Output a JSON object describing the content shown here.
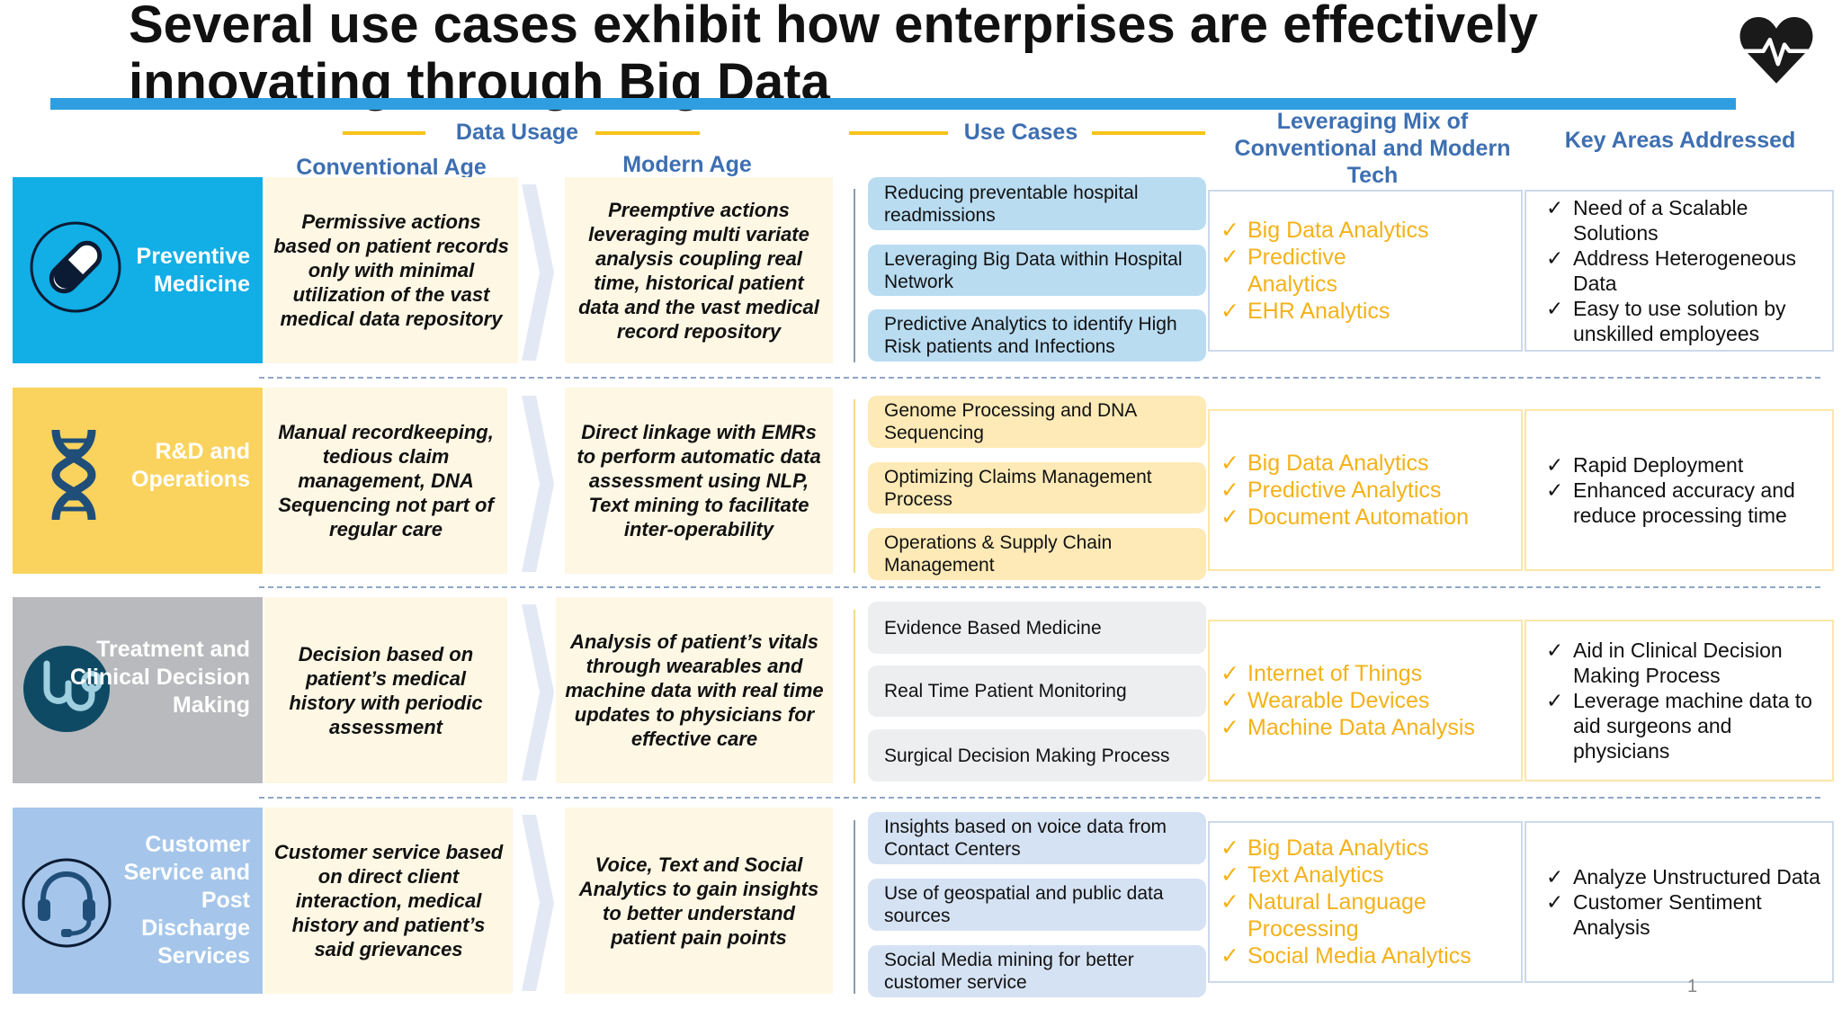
{
  "title": "Several use cases exhibit how enterprises are effectively innovating through Big Data",
  "headers": {
    "data_usage": "Data Usage",
    "conventional": "Conventional Age",
    "modern": "Modern Age",
    "use_cases": "Use Cases",
    "mix": "Leveraging Mix of Conventional and Modern Tech",
    "key_areas": "Key Areas Addressed"
  },
  "tick": "✓",
  "rows": [
    {
      "label": "Preventive Medicine",
      "icon": "pill-icon",
      "color": "#12aee6",
      "conventional": "Permissive actions based on patient records only with minimal utilization of the vast medical data repository",
      "modern": "Preemptive actions leveraging multi variate analysis coupling real time, historical patient data and the vast medical record repository",
      "use_cases": [
        "Reducing preventable hospital readmissions",
        "Leveraging Big Data within Hospital Network",
        "Predictive Analytics to identify High Risk patients and Infections"
      ],
      "mix": [
        "Big Data Analytics",
        "Predictive Analytics",
        "EHR Analytics"
      ],
      "key_areas": [
        "Need of a Scalable Solutions",
        "Address Heterogeneous Data",
        "Easy to use solution by unskilled employees"
      ]
    },
    {
      "label": "R&D and Operations",
      "icon": "dna-icon",
      "color": "#fad35e",
      "conventional": "Manual recordkeeping, tedious claim management, DNA Sequencing not part of regular care",
      "modern": "Direct linkage with EMRs to perform automatic data assessment using NLP, Text mining to facilitate inter-operability",
      "use_cases": [
        "Genome Processing and DNA Sequencing",
        "Optimizing Claims Management Process",
        "Operations & Supply Chain Management"
      ],
      "mix": [
        "Big Data Analytics",
        "Predictive Analytics",
        "Document Automation"
      ],
      "key_areas": [
        "Rapid Deployment",
        "Enhanced accuracy and reduce processing time"
      ]
    },
    {
      "label": "Treatment and Clinical Decision Making",
      "icon": "stethoscope-icon",
      "color": "#b9babd",
      "conventional": "Decision based on patient’s medical history with periodic assessment",
      "modern": "Analysis of patient’s vitals through wearables and machine data with real time updates to physicians for effective care",
      "use_cases": [
        "Evidence Based Medicine",
        "Real Time Patient Monitoring",
        "Surgical Decision Making Process"
      ],
      "mix": [
        "Internet of Things",
        "Wearable Devices",
        "Machine Data Analysis"
      ],
      "key_areas": [
        "Aid in Clinical Decision Making Process",
        "Leverage machine data to aid surgeons and physicians"
      ]
    },
    {
      "label": "Customer Service and Post Discharge Services",
      "icon": "headset-icon",
      "color": "#a5c6ea",
      "conventional": "Customer service based on direct client interaction, medical history and patient’s said grievances",
      "modern": "Voice, Text and Social Analytics to gain insights to better understand patient pain points",
      "use_cases": [
        "Insights based on voice data from Contact Centers",
        "Use of geospatial and public data sources",
        "Social Media mining for better customer service"
      ],
      "mix": [
        "Big Data Analytics",
        "Text Analytics",
        "Natural Language Processing",
        "Social Media Analytics"
      ],
      "key_areas": [
        "Analyze Unstructured Data",
        "Customer Sentiment Analysis"
      ]
    }
  ],
  "page_number": "1"
}
